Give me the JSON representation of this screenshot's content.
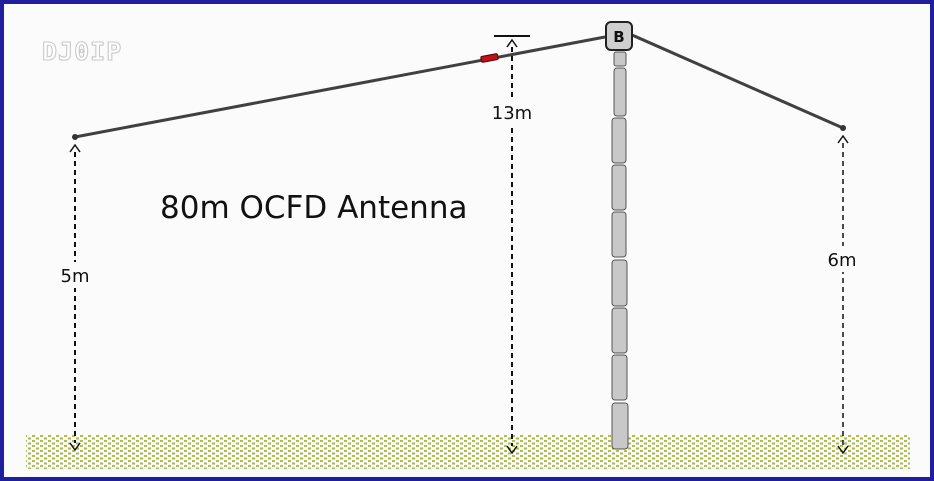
{
  "diagram": {
    "title": "80m OCFD Antenna",
    "watermark": "DJ0IP",
    "balun_label": "B",
    "heights": {
      "left_end": "5m",
      "feed_point": "13m",
      "right_end": "6m"
    },
    "colors": {
      "frame": "#1f1f9e",
      "wire": "#404040",
      "mast": "#c8c8c8",
      "insulator": "#c0101a",
      "ground": "#b8b83a"
    }
  }
}
